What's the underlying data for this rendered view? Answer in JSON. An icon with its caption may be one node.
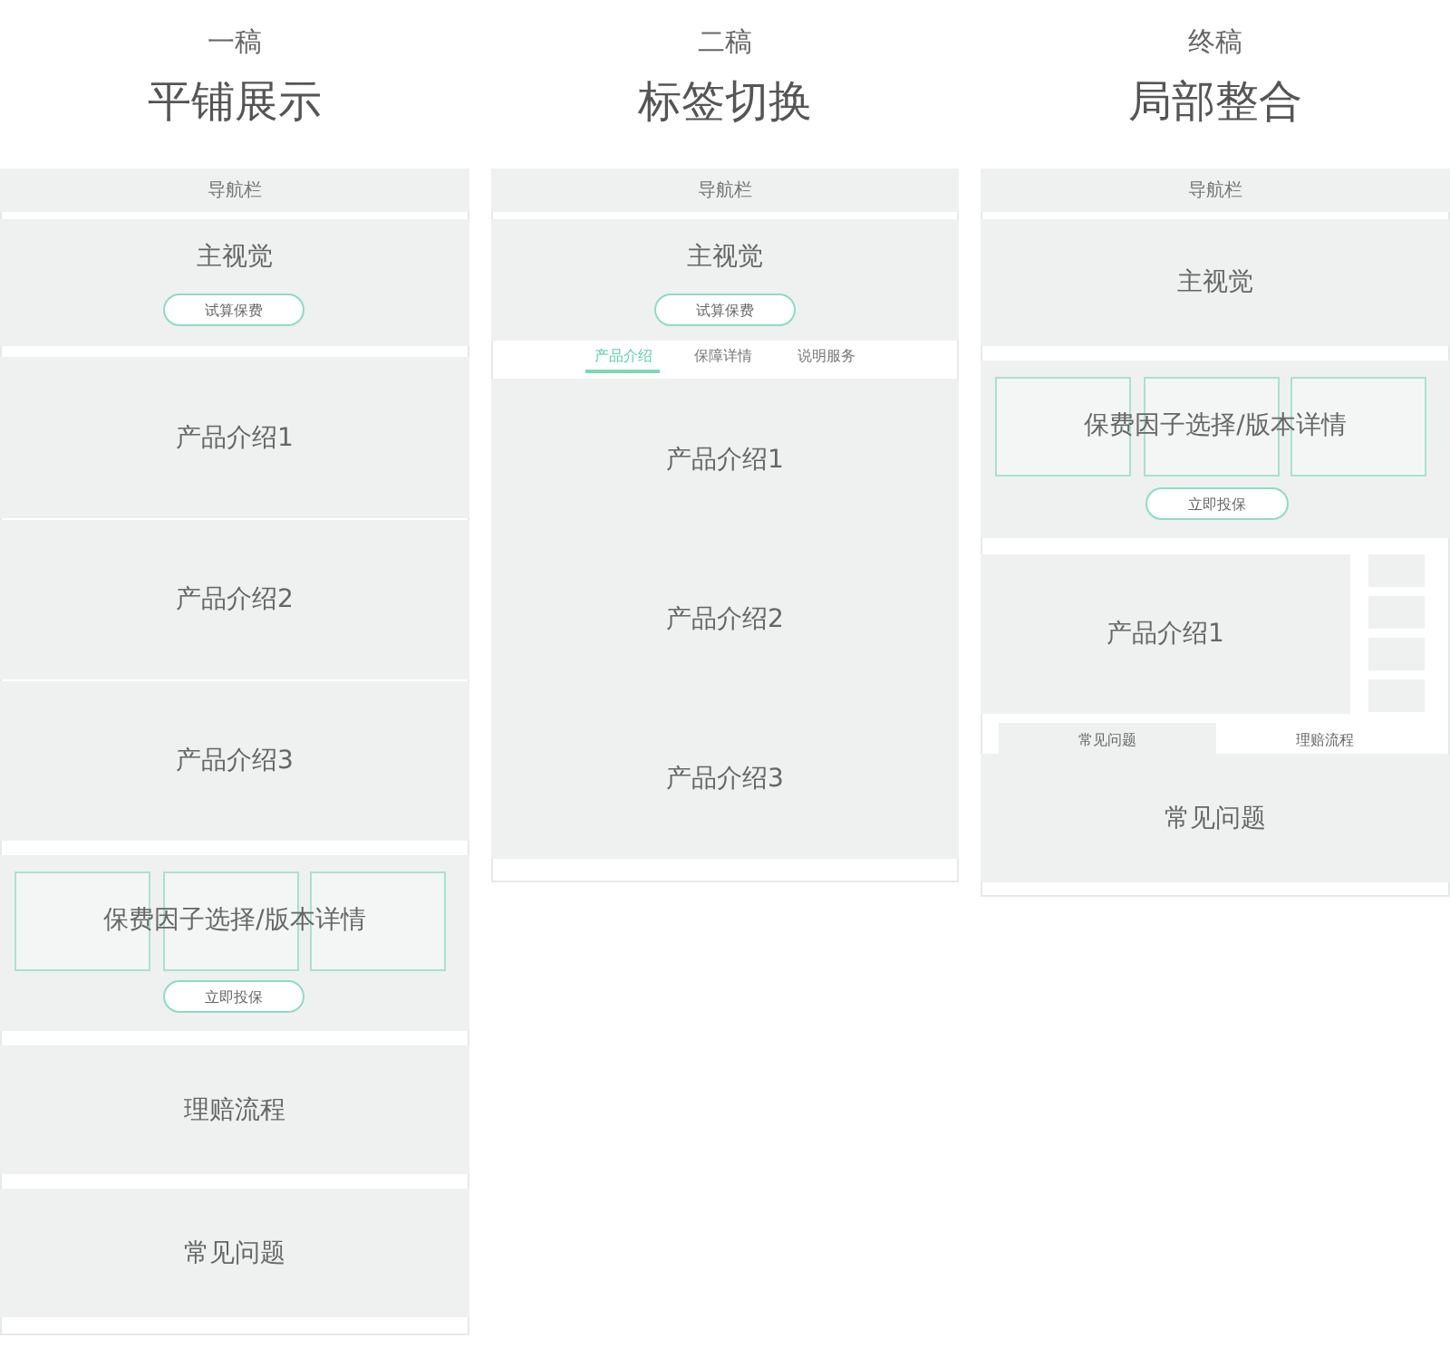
{
  "diagram": {
    "nodes": [
      {
        "text": [
          "一稿",
          "平铺展示"
        ]
      },
      {
        "text": [
          "导航栏"
        ],
        "in": 0
      },
      {
        "text": [
          "主视觉"
        ],
        "in": 0
      },
      {
        "text": [
          "试算保费"
        ],
        "in": 2
      },
      {
        "text": [
          "产品介绍1"
        ],
        "in": 0
      },
      {
        "text": [
          "产品介绍2"
        ],
        "in": 0
      },
      {
        "text": [
          "产品介绍3"
        ],
        "in": 0
      },
      {
        "text": [
          "保费因子选择/版本详情"
        ],
        "in": 0
      },
      {
        "text": [
          "立即投保"
        ],
        "in": 7
      },
      {
        "text": [
          "理赔流程"
        ],
        "in": 0
      },
      {
        "text": [
          "常见问题"
        ],
        "in": 0
      },
      {
        "text": [
          "二稿",
          "标签切换"
        ]
      },
      {
        "text": [
          "导航栏"
        ],
        "in": 11
      },
      {
        "text": [
          "主视觉"
        ],
        "in": 11
      },
      {
        "text": [
          "试算保费"
        ],
        "in": 13
      },
      {
        "text": [
          "产品介绍1"
        ],
        "in": 11
      },
      {
        "text": [
          "产品介绍2"
        ],
        "in": 11
      },
      {
        "text": [
          "产品介绍3"
        ],
        "in": 11
      },
      {
        "text": [
          "终稿",
          "局部整合"
        ]
      },
      {
        "text": [
          "导航栏"
        ],
        "in": 18
      },
      {
        "text": [
          "主视觉"
        ],
        "in": 18
      },
      {
        "text": [
          "保费因子选择/版本详情"
        ],
        "in": 18
      },
      {
        "text": [
          "立即投保"
        ],
        "in": 21
      },
      {
        "text": [
          "产品介绍1"
        ],
        "in": 18
      },
      {
        "text": [],
        "shape": "box",
        "in": 18
      },
      {
        "text": [],
        "shape": "box",
        "in": 18
      },
      {
        "text": [],
        "shape": "box",
        "in": 18
      },
      {
        "text": [],
        "shape": "box",
        "in": 18
      },
      {
        "text": [
          "常见问题"
        ],
        "in": 18
      },
      {
        "text": [
          "理赔流程"
        ],
        "in": 18
      },
      {
        "text": [
          "常见问题"
        ],
        "in": 18
      }
    ],
    "edges": [],
    "labels": [
      "产品介绍",
      "保障详情",
      "说明服务"
    ]
  }
}
